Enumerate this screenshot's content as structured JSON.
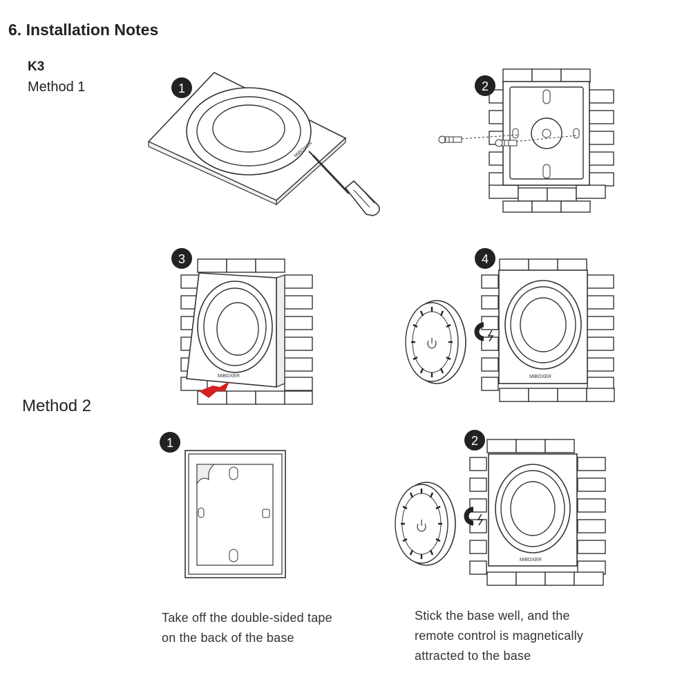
{
  "section_title": "6. Installation Notes",
  "model": "K3",
  "method1_label": "Method 1",
  "method2_label": "Method 2",
  "steps": {
    "m1_s1": "1",
    "m1_s2": "2",
    "m1_s3": "3",
    "m1_s4": "4",
    "m2_s1": "1",
    "m2_s2": "2"
  },
  "brand_mark": "MiBOXER",
  "captions": {
    "m2_step1": [
      "Take off the double-sided tape",
      "on the back of the base"
    ],
    "m2_step2": [
      "Stick the base well, and the",
      "remote control is magnetically",
      "attracted to the base"
    ]
  },
  "colors": {
    "badge": "#222222",
    "line": "#333333",
    "arrow": "#d42020",
    "magnet": "#222222"
  },
  "icons": [
    "screwdriver-icon",
    "screw-icon",
    "magnet-icon",
    "push-arrow-icon",
    "power-icon"
  ]
}
